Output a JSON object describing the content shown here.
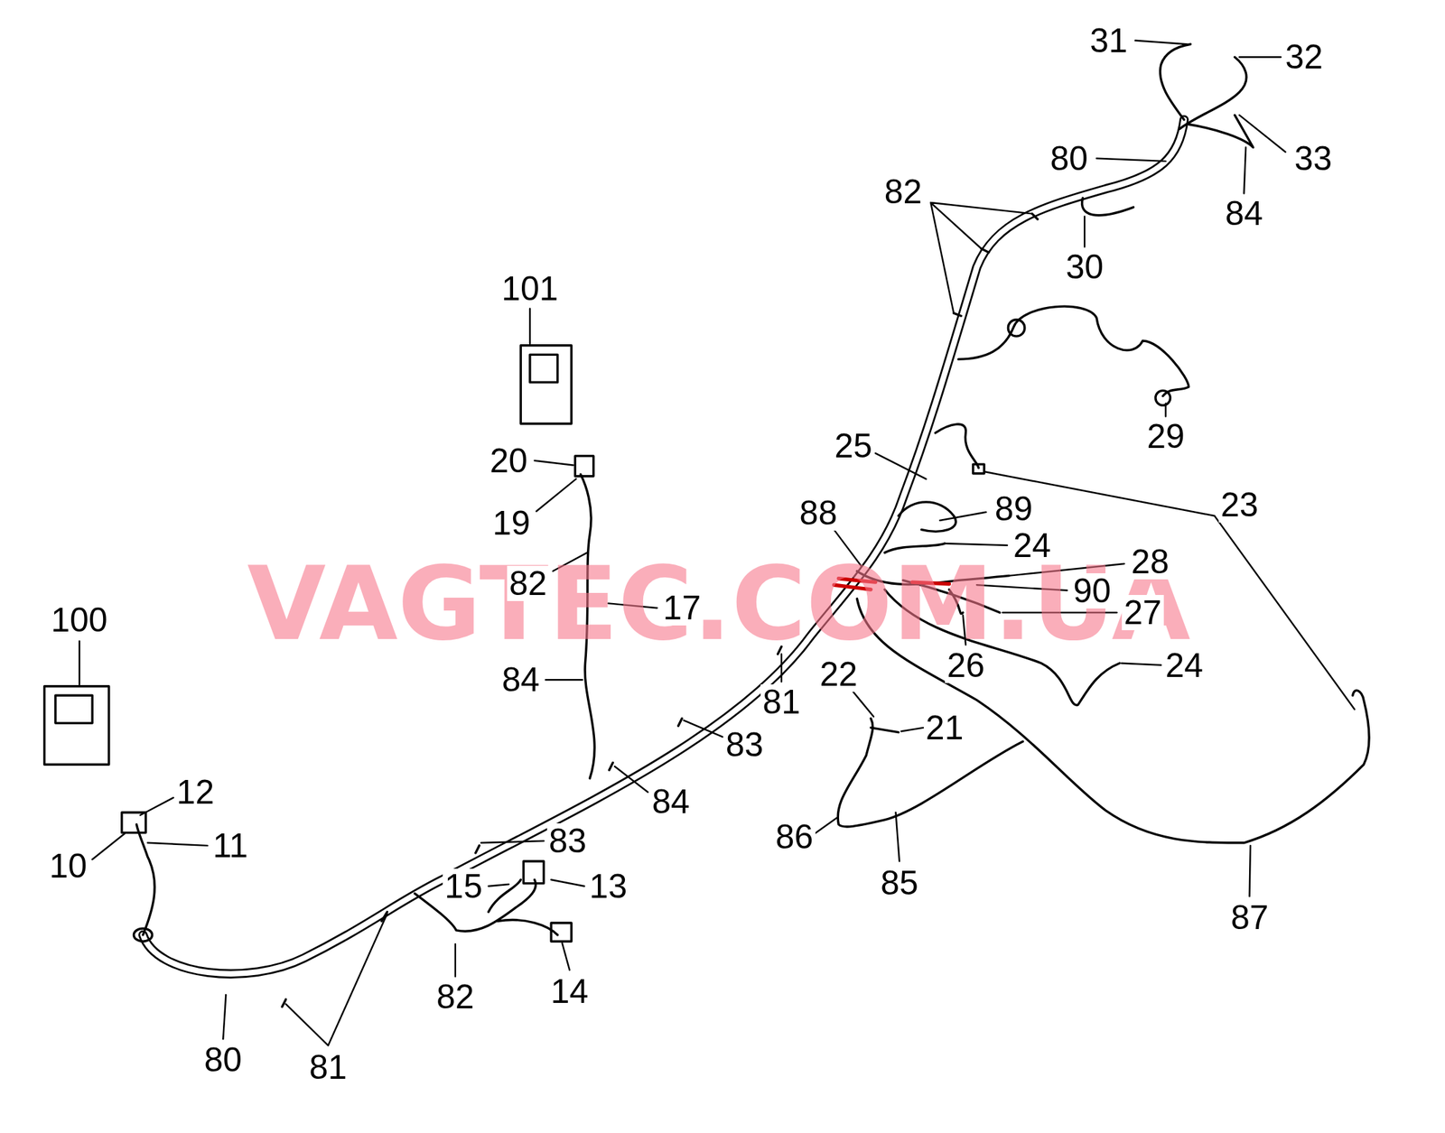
{
  "diagram": {
    "labels": [
      "VAGTEC.COM.UA",
      "31",
      "32",
      "80",
      "33",
      "82",
      "84",
      "30",
      "101",
      "29",
      "25",
      "20",
      "23",
      "88",
      "89",
      "19",
      "24",
      "28",
      "82",
      "90",
      "17",
      "100",
      "27",
      "26",
      "22",
      "24",
      "84",
      "81",
      "21",
      "83",
      "12",
      "84",
      "11",
      "10",
      "86",
      "83",
      "85",
      "15",
      "13",
      "87",
      "14",
      "82",
      "80",
      "81"
    ]
  }
}
